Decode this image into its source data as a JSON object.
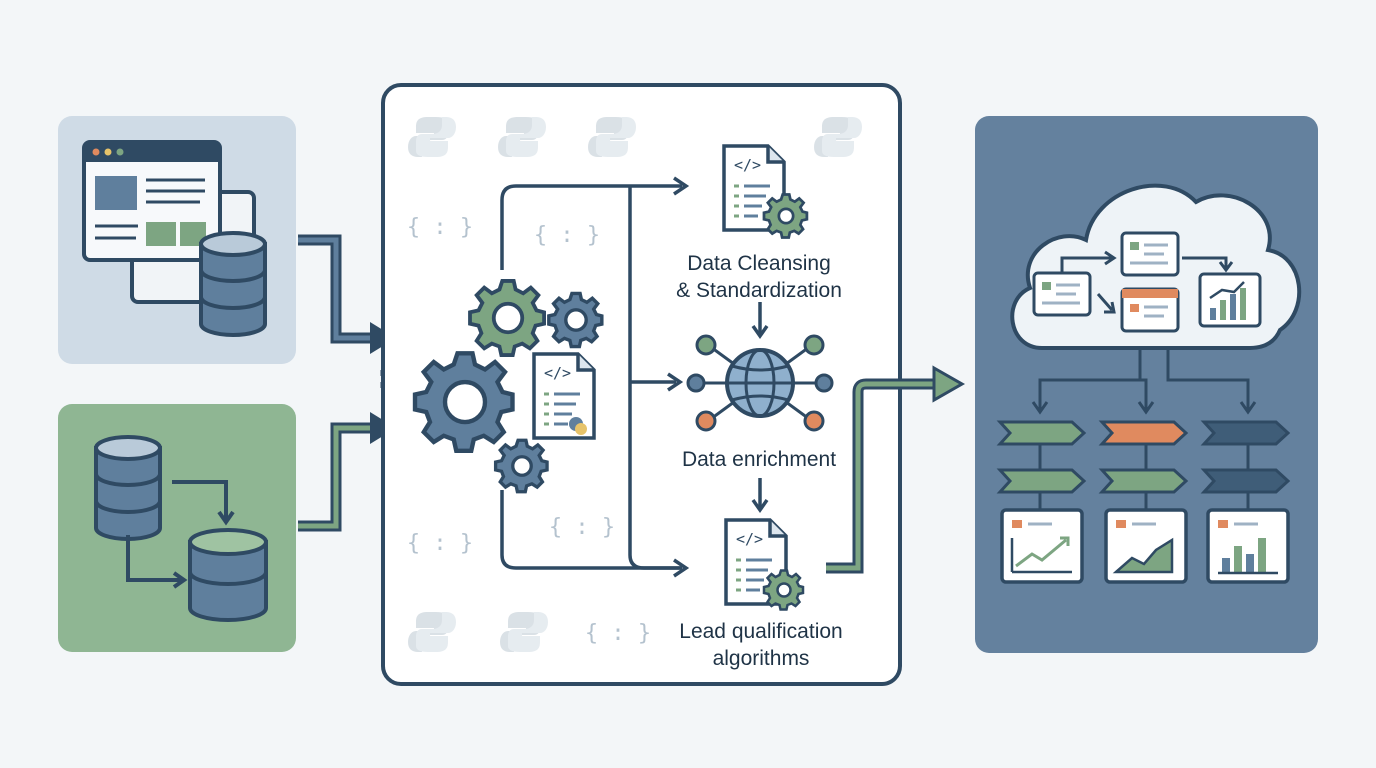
{
  "steps": {
    "cleansing": [
      "Data Cleansing",
      "& Standardization"
    ],
    "enrichment": "Data enrichment",
    "qualification": [
      "Lead qualification",
      "algorithms"
    ]
  },
  "decor": {
    "brace_glyph": "{ : }"
  },
  "icons": {
    "source_panel_1": [
      "browser-window-icon",
      "database-icon"
    ],
    "source_panel_2": [
      "database-icon",
      "database-icon"
    ],
    "processing": [
      "gear-icon",
      "code-document-icon",
      "python-logo-icon",
      "globe-network-icon"
    ],
    "output": [
      "cloud-icon",
      "dashboard-card-icon",
      "bar-chart-icon",
      "line-chart-icon",
      "chevron-flow-icon"
    ]
  },
  "colors": {
    "navy": "#2f4a63",
    "slate": "#5f7f9d",
    "green": "#7da582",
    "orange": "#e08a5f",
    "source_panel_1": "#cfdbe6",
    "source_panel_2": "#8fb693",
    "output_panel": "#64819e"
  }
}
